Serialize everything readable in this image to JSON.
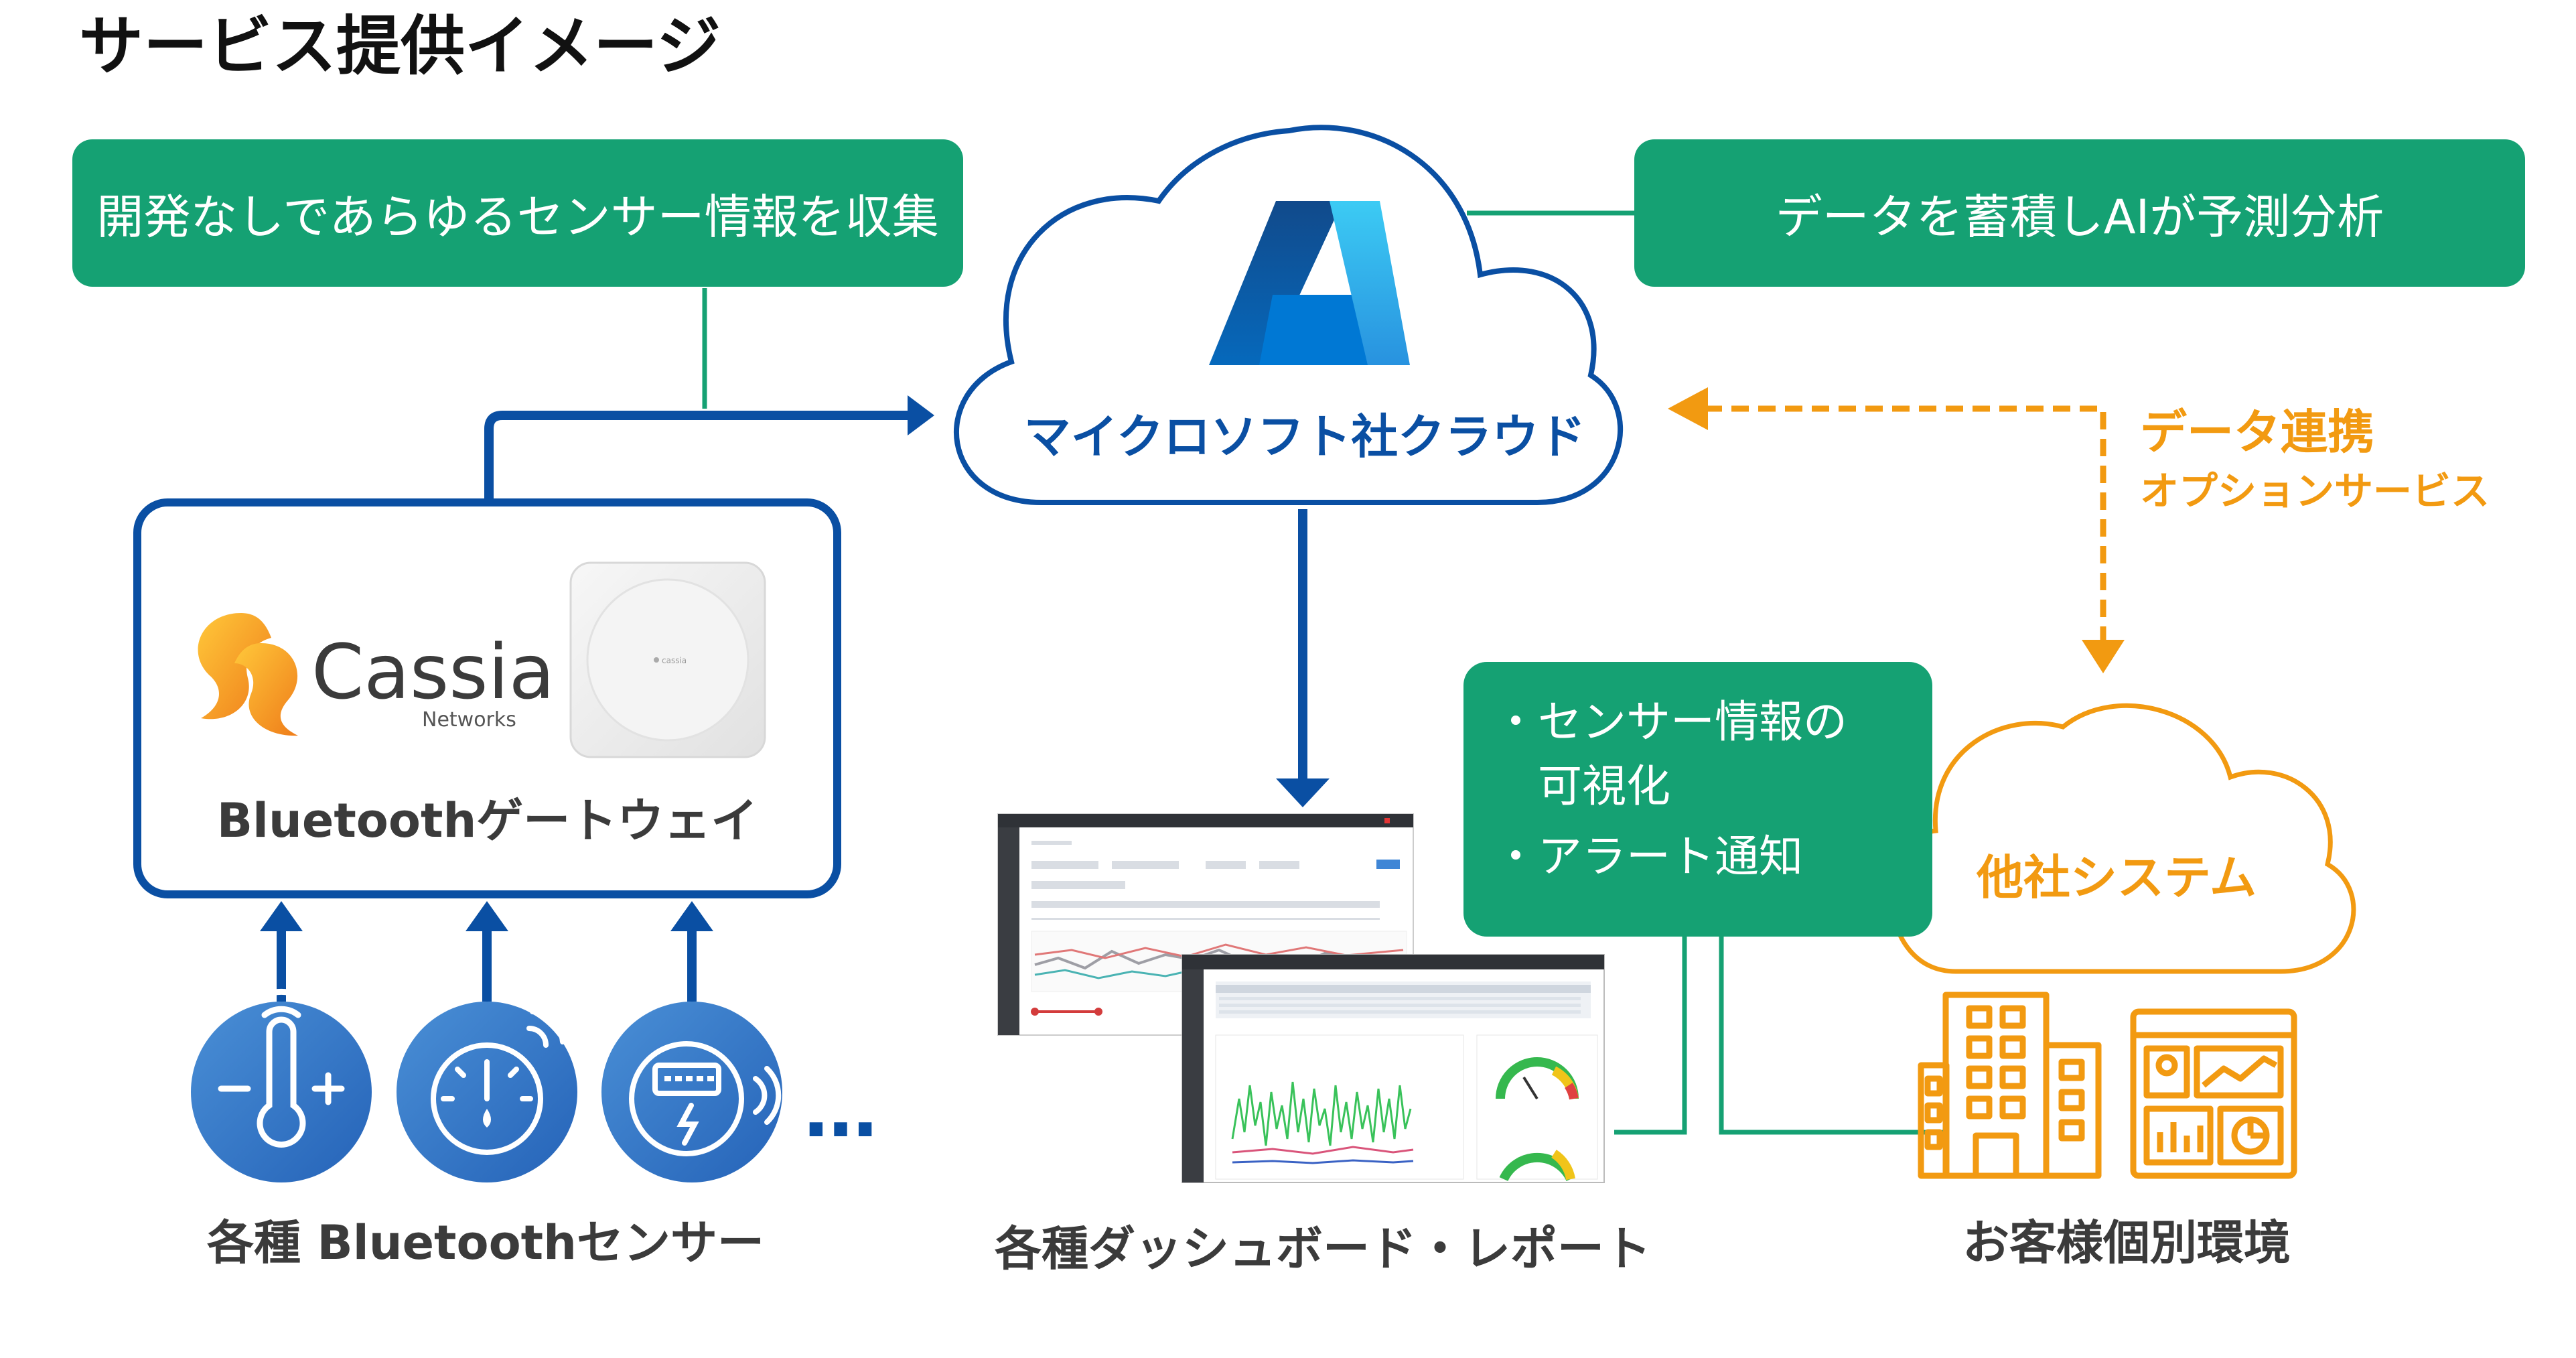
{
  "title": "サービス提供イメージ",
  "boxes": {
    "collect": "開発なしであらゆるセンサー情報を収集",
    "ai": "データを蓄積しAIが予測分析"
  },
  "cloud_label": "マイクロソフト社クラウド",
  "data_link": {
    "line1": "データ連携",
    "line2": "オプションサービス"
  },
  "gateway": {
    "brand": "Cassia",
    "brand_sub": "Networks",
    "device_mark": "cassia",
    "label": "Bluetoothゲートウェイ"
  },
  "sensors": {
    "label": "各種 Bluetoothセンサー",
    "ellipsis": "…",
    "icons": [
      "thermometer-icon",
      "pressure-gauge-icon",
      "power-meter-icon"
    ]
  },
  "dashboard_label": "各種ダッシュボード・レポート",
  "visualization": {
    "bullet1_line1": "・センサー情報の",
    "bullet1_line2": "可視化",
    "bullet2": "・アラート通知"
  },
  "other_system": "他社システム",
  "customer_env": "お客様個別環境",
  "colors": {
    "green": "#15a173",
    "blue": "#0a4fa3",
    "orange": "#f29a11",
    "sensor_blue": "#2f78c8"
  }
}
